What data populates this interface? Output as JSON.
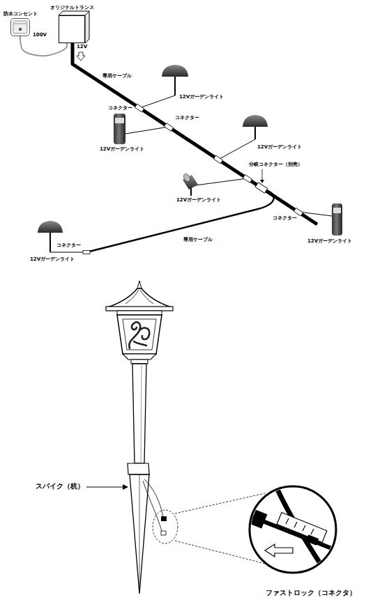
{
  "diagram": {
    "nodes": [
      {
        "text": [
          "防水コンセント"
        ]
      },
      {
        "text": [
          "オリジナルトランス"
        ]
      }
    ],
    "edges": [
      {
        "from": 0,
        "to": 1,
        "arrow": "none"
      }
    ],
    "labels": [
      "100V",
      "12V",
      "専用ケーブル",
      "コネクター",
      "12Vガーデンライト",
      "コネクター",
      "12Vガーデンライト",
      "12Vガーデンライト",
      "分岐コネクター（別売）",
      "12Vガーデンライト",
      "コネクター",
      "12Vガーデンライト",
      "コネクター",
      "専用ケーブル",
      "12Vガーデンライト",
      "スパイク（杭）",
      "ファストロック（コネクタ）"
    ]
  }
}
